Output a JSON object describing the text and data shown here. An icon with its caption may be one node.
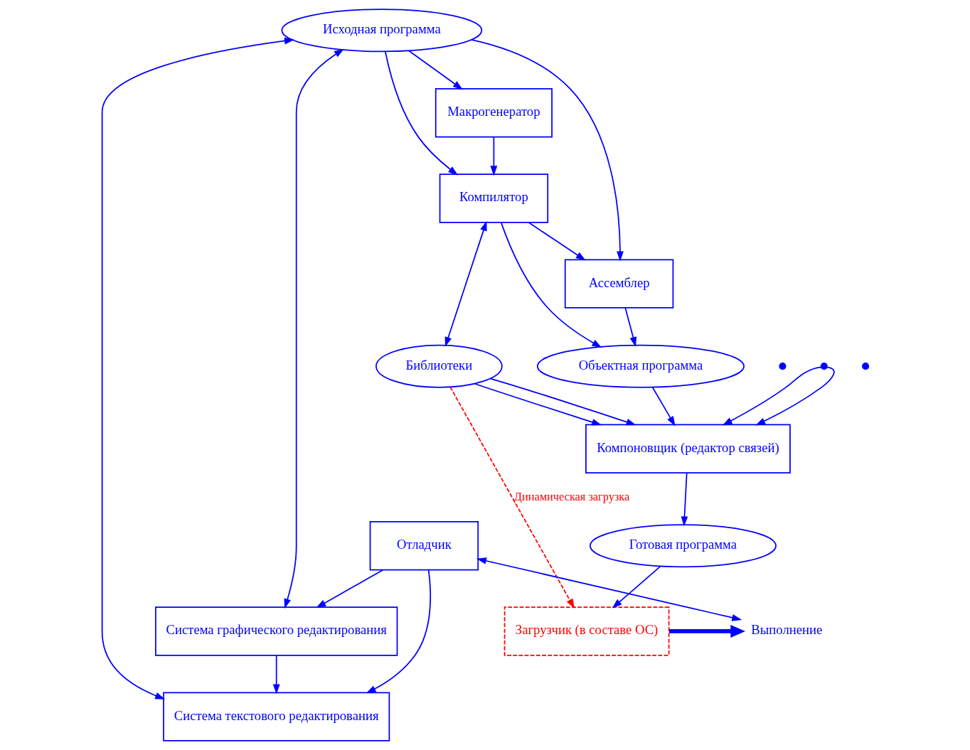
{
  "diagram": {
    "nodes": [
      {
        "text": [
          "Система текстового редактирования"
        ]
      },
      {
        "text": [
          "Исходная программа"
        ]
      },
      {
        "text": [
          "Макрогенератор"
        ]
      },
      {
        "text": [
          "Система графического редактирования"
        ]
      },
      {
        "text": [
          "Компилятор"
        ]
      },
      {
        "text": [
          "Библиотеки"
        ]
      },
      {
        "text": [
          "Компоновщик (редактор связей)"
        ]
      },
      {
        "text": [
          "Ассемблер"
        ]
      },
      {
        "text": [
          "Объектная программа"
        ]
      },
      {
        "text": [
          "Готовая программа"
        ]
      },
      {
        "text": [
          "Отладчик"
        ]
      },
      {
        "text": [],
        "shape": "dots"
      },
      {
        "text": [
          "Загрузчик (в составе ОС)"
        ]
      },
      {
        "text": [
          "Выполнение"
        ]
      }
    ],
    "edges": [
      {
        "from": 10,
        "to": 0,
        "arrow": "to"
      },
      {
        "from": 1,
        "to": 0,
        "arrow": "both"
      },
      {
        "from": 1,
        "to": 2,
        "arrow": "to"
      },
      {
        "from": 1,
        "to": 3,
        "arrow": "both"
      },
      {
        "from": 3,
        "to": 0,
        "arrow": "to"
      },
      {
        "from": 1,
        "to": 4,
        "arrow": "to"
      },
      {
        "from": 2,
        "to": 4,
        "arrow": "to"
      },
      {
        "from": 1,
        "to": 7,
        "arrow": "to"
      },
      {
        "from": 4,
        "to": 5,
        "arrow": "both"
      },
      {
        "from": 4,
        "to": 7,
        "arrow": "to"
      },
      {
        "from": 5,
        "to": 6,
        "arrow": "to"
      },
      {
        "from": 5,
        "to": 6,
        "arrow": "to"
      },
      {
        "from": 4,
        "to": 8,
        "arrow": "to"
      },
      {
        "from": 7,
        "to": 8,
        "arrow": "to"
      },
      {
        "from": 8,
        "to": 6,
        "arrow": "to"
      },
      {
        "from": 11,
        "to": 6,
        "arrow": "to"
      },
      {
        "from": 11,
        "to": 6,
        "arrow": "to"
      },
      {
        "from": 6,
        "to": 9,
        "arrow": "to"
      },
      {
        "from": 5,
        "to": 12,
        "label": "Динамическая загрузка",
        "arrow": "to",
        "style": "dashed",
        "color": "#ff0000"
      },
      {
        "from": 9,
        "to": 12,
        "arrow": "to"
      },
      {
        "from": 12,
        "to": 13,
        "arrow": "to",
        "style": "thick"
      },
      {
        "from": 10,
        "to": 13,
        "arrow": "both"
      },
      {
        "from": 10,
        "to": 3,
        "arrow": "to"
      }
    ]
  }
}
